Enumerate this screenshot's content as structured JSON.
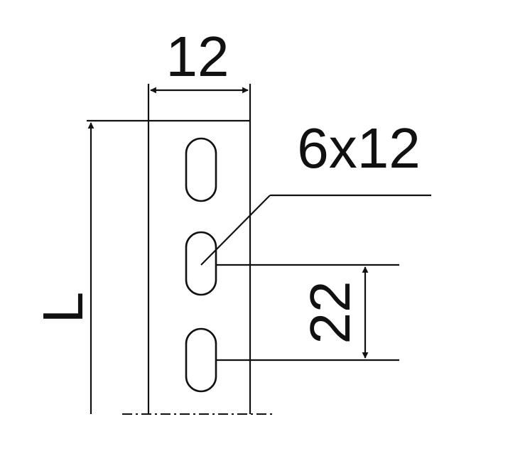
{
  "diagram": {
    "width_label": "12",
    "slot_label": "6x12",
    "pitch_label": "22",
    "length_label": "L"
  },
  "colors": {
    "ink": "#111111",
    "background": "#ffffff"
  }
}
